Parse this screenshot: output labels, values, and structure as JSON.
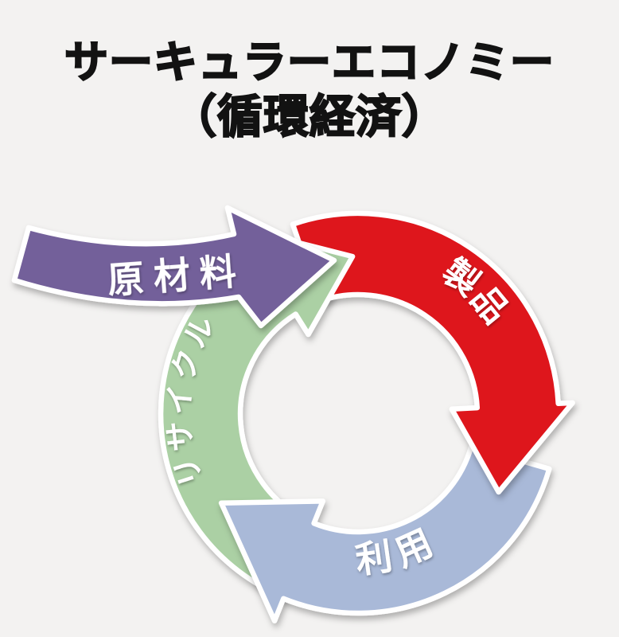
{
  "title": {
    "line1": "サーキュラーエコノミー",
    "line2": "（循環経済）"
  },
  "diagram": {
    "name": "circular-economy-cycle",
    "labels": {
      "raw_materials": "原材料",
      "product": "製品",
      "use": "利用",
      "recycle": "リサイクル"
    },
    "colors": {
      "background": "#f3f2f1",
      "title_text": "#121212",
      "raw_materials": "#73619a",
      "product": "#de121f",
      "use": "#a9b9d8",
      "recycle": "#abd0a4",
      "label_text": "#ffffff"
    }
  }
}
